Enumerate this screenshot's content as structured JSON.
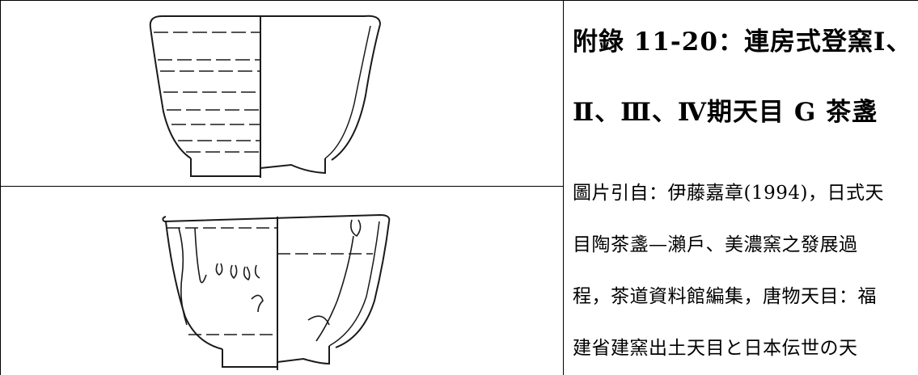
{
  "caption": {
    "title_lines": [
      "附錄 11-20：連房式登窯Ⅰ、",
      "Ⅱ、Ⅲ、Ⅳ期天目 G 茶盞"
    ],
    "source_lines": [
      "圖片引自：伊藤嘉章(1994)，日式天",
      "目陶茶盞—瀨戶、美濃窯之發展過",
      "程，茶道資料館編集，唐物天目：福",
      "建省建窯出土天目と日本伝世の天"
    ]
  },
  "colors": {
    "line": "#000000",
    "drawing": "#1a1a1a",
    "background": "#ffffff"
  }
}
